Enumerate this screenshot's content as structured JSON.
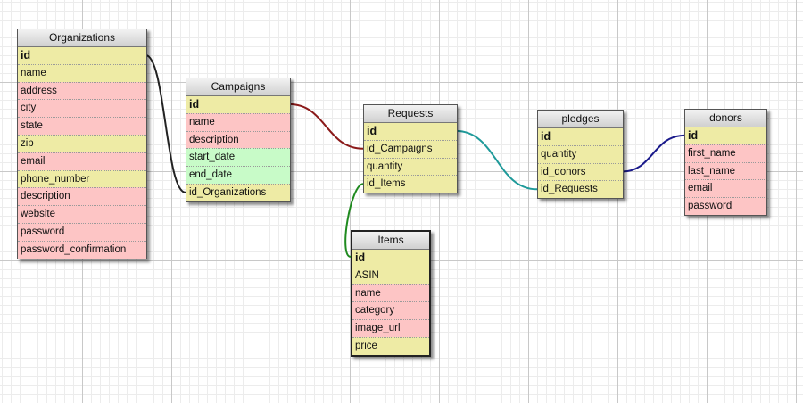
{
  "tables": [
    {
      "id": "Organizations",
      "title": "Organizations",
      "fields": [
        {
          "name": "id",
          "type": "pk"
        },
        {
          "name": "name",
          "type": "yellow"
        },
        {
          "name": "address",
          "type": "pink"
        },
        {
          "name": "city",
          "type": "pink"
        },
        {
          "name": "state",
          "type": "pink"
        },
        {
          "name": "zip",
          "type": "yellow"
        },
        {
          "name": "email",
          "type": "pink"
        },
        {
          "name": "phone_number",
          "type": "yellow"
        },
        {
          "name": "description",
          "type": "pink"
        },
        {
          "name": "website",
          "type": "pink"
        },
        {
          "name": "password",
          "type": "pink"
        },
        {
          "name": "password_confirmation",
          "type": "pink"
        }
      ]
    },
    {
      "id": "Campaigns",
      "title": "Campaigns",
      "fields": [
        {
          "name": "id",
          "type": "pk"
        },
        {
          "name": "name",
          "type": "pink"
        },
        {
          "name": "description",
          "type": "pink"
        },
        {
          "name": "start_date",
          "type": "green"
        },
        {
          "name": "end_date",
          "type": "green"
        },
        {
          "name": "id_Organizations",
          "type": "yellow"
        }
      ]
    },
    {
      "id": "Requests",
      "title": "Requests",
      "fields": [
        {
          "name": "id",
          "type": "pk"
        },
        {
          "name": "id_Campaigns",
          "type": "yellow"
        },
        {
          "name": "quantity",
          "type": "yellow"
        },
        {
          "name": "id_Items",
          "type": "yellow"
        }
      ]
    },
    {
      "id": "Items",
      "title": "Items",
      "selected": true,
      "fields": [
        {
          "name": "id",
          "type": "pk"
        },
        {
          "name": "ASIN",
          "type": "yellow"
        },
        {
          "name": "name",
          "type": "pink"
        },
        {
          "name": "category",
          "type": "pink"
        },
        {
          "name": "image_url",
          "type": "pink"
        },
        {
          "name": "price",
          "type": "yellow"
        }
      ]
    },
    {
      "id": "pledges",
      "title": "pledges",
      "fields": [
        {
          "name": "id",
          "type": "pk"
        },
        {
          "name": "quantity",
          "type": "yellow"
        },
        {
          "name": "id_donors",
          "type": "yellow"
        },
        {
          "name": "id_Requests",
          "type": "yellow"
        }
      ]
    },
    {
      "id": "donors",
      "title": "donors",
      "fields": [
        {
          "name": "id",
          "type": "pk"
        },
        {
          "name": "first_name",
          "type": "pink"
        },
        {
          "name": "last_name",
          "type": "pink"
        },
        {
          "name": "email",
          "type": "pink"
        },
        {
          "name": "password",
          "type": "pink"
        }
      ]
    }
  ],
  "relations": [
    {
      "from_table": "Organizations",
      "from_field": "id",
      "to_table": "Campaigns",
      "to_field": "id_Organizations",
      "color": "#222222"
    },
    {
      "from_table": "Campaigns",
      "from_field": "id",
      "to_table": "Requests",
      "to_field": "id_Campaigns",
      "color": "#8b1a1a"
    },
    {
      "from_table": "Requests",
      "from_field": "id",
      "to_table": "pledges",
      "to_field": "id_Requests",
      "color": "#1f9a9a"
    },
    {
      "from_table": "Items",
      "from_field": "id",
      "to_table": "Requests",
      "to_field": "id_Items",
      "color": "#1f8a1f"
    },
    {
      "from_table": "donors",
      "from_field": "id",
      "to_table": "pledges",
      "to_field": "id_donors",
      "color": "#1a1a8b"
    }
  ]
}
